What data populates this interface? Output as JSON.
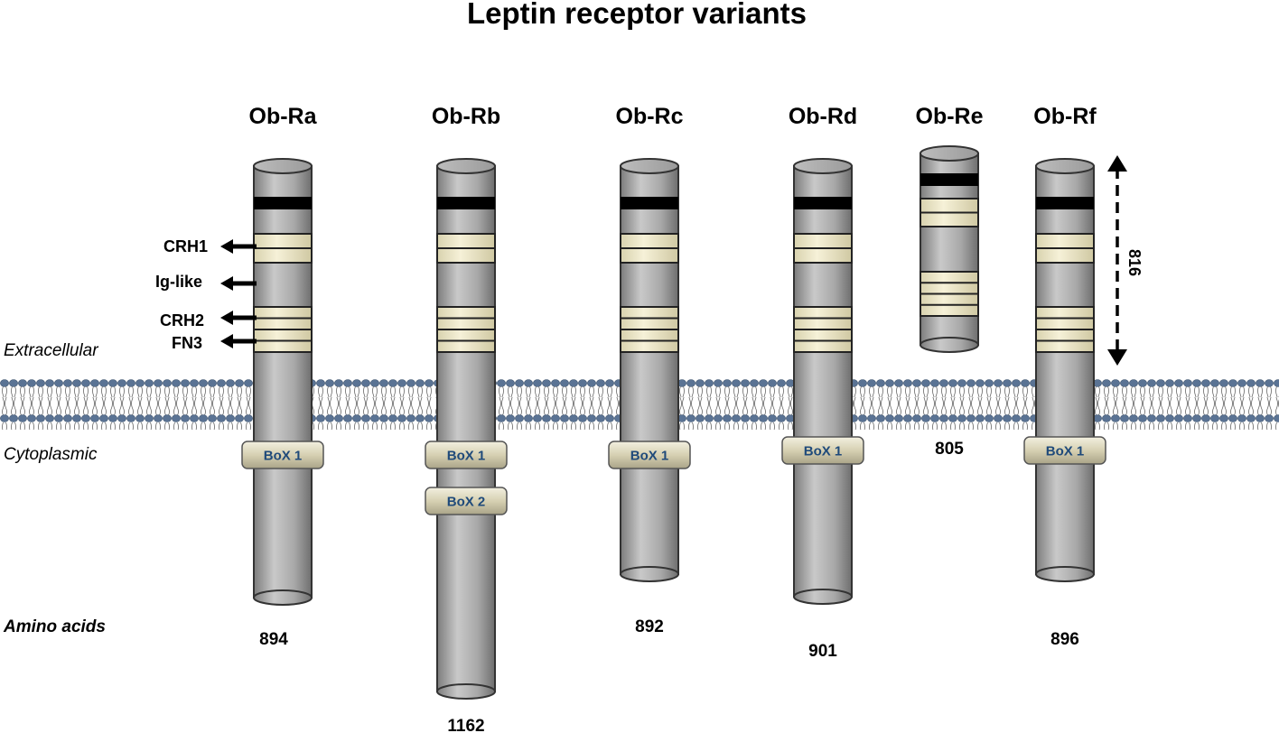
{
  "title": "Leptin receptor variants",
  "regions": {
    "extracellular": "Extracellular",
    "cytoplasmic": "Cytoplasmic",
    "amino_acids": "Amino acids"
  },
  "domains": {
    "crh1": "CRH1",
    "ig_like": "Ig-like",
    "crh2": "CRH2",
    "fn3": "FN3"
  },
  "length_marker": "816",
  "variants": [
    {
      "name": "Ob-Ra",
      "amino_acids": "894",
      "boxes": [
        "BoX 1"
      ]
    },
    {
      "name": "Ob-Rb",
      "amino_acids": "1162",
      "boxes": [
        "BoX 1",
        "BoX 2"
      ]
    },
    {
      "name": "Ob-Rc",
      "amino_acids": "892",
      "boxes": [
        "BoX 1"
      ]
    },
    {
      "name": "Ob-Rd",
      "amino_acids": "901",
      "boxes": [
        "BoX 1"
      ]
    },
    {
      "name": "Ob-Re",
      "amino_acids": "805",
      "boxes": []
    },
    {
      "name": "Ob-Rf",
      "amino_acids": "896",
      "boxes": [
        "BoX 1"
      ]
    }
  ],
  "colors": {
    "cylinder": "#a9a9a9",
    "band": "#efe9c8",
    "membrane_head": "#5a7394",
    "box_fill": "#d9d4b8",
    "box_text": "#1f4a7a"
  }
}
